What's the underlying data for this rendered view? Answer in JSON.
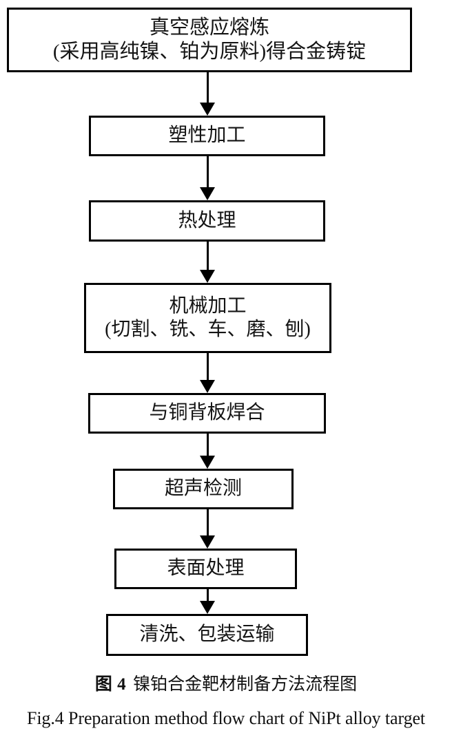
{
  "figure": {
    "nodes": [
      {
        "id": "melting",
        "name": "vacuum-induction-melting",
        "line1": "真空感应熔炼",
        "line2": "(采用高纯镍、铂为原料)得合金铸锭"
      },
      {
        "id": "plastic",
        "name": "plastic-working",
        "line1": "塑性加工",
        "line2": ""
      },
      {
        "id": "heat",
        "name": "heat-treatment",
        "line1": "热处理",
        "line2": ""
      },
      {
        "id": "machining",
        "name": "mechanical-machining",
        "line1": "机械加工",
        "line2": "(切割、铣、车、磨、刨)"
      },
      {
        "id": "weld",
        "name": "bonding-to-copper-backing-plate",
        "line1": "与铜背板焊合",
        "line2": ""
      },
      {
        "id": "ultra",
        "name": "ultrasonic-inspection",
        "line1": "超声检测",
        "line2": ""
      },
      {
        "id": "surface",
        "name": "surface-treatment",
        "line1": "表面处理",
        "line2": ""
      },
      {
        "id": "pack",
        "name": "cleaning-packing-shipping",
        "line1": "清洗、包装运输",
        "line2": ""
      }
    ],
    "caption_cn_label": "图 4",
    "caption_cn_text": "镍铂合金靶材制备方法流程图",
    "caption_en": "Fig.4 Preparation method flow chart of NiPt alloy target"
  },
  "colors": {
    "stroke": "#000000",
    "text": "#141414",
    "background": "#ffffff"
  }
}
